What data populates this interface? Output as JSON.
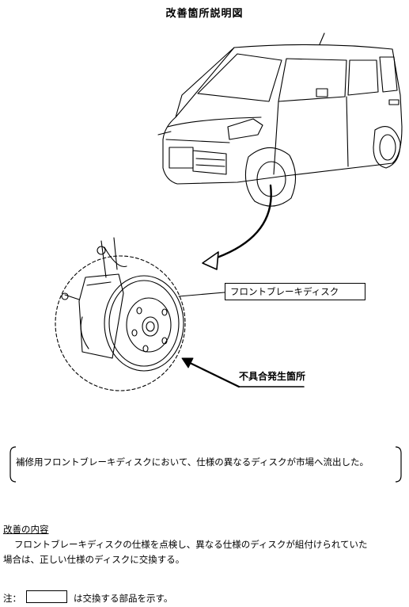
{
  "title": "改善箇所説明図",
  "callouts": {
    "part": "フロントブレーキディスク",
    "defect": "不具合発生箇所"
  },
  "summary": "補修用フロントブレーキディスクにおいて、仕様の異なるディスクが市場へ流出した。",
  "improvement": {
    "heading": "改善の内容",
    "line1": "フロントブレーキディスクの仕様を点検し、異なる仕様のディスクが組付けられていた",
    "line2": "場合は、正しい仕様のディスクに交換する。"
  },
  "note": {
    "label": "注：",
    "text": "は交換する部品を示す。"
  }
}
